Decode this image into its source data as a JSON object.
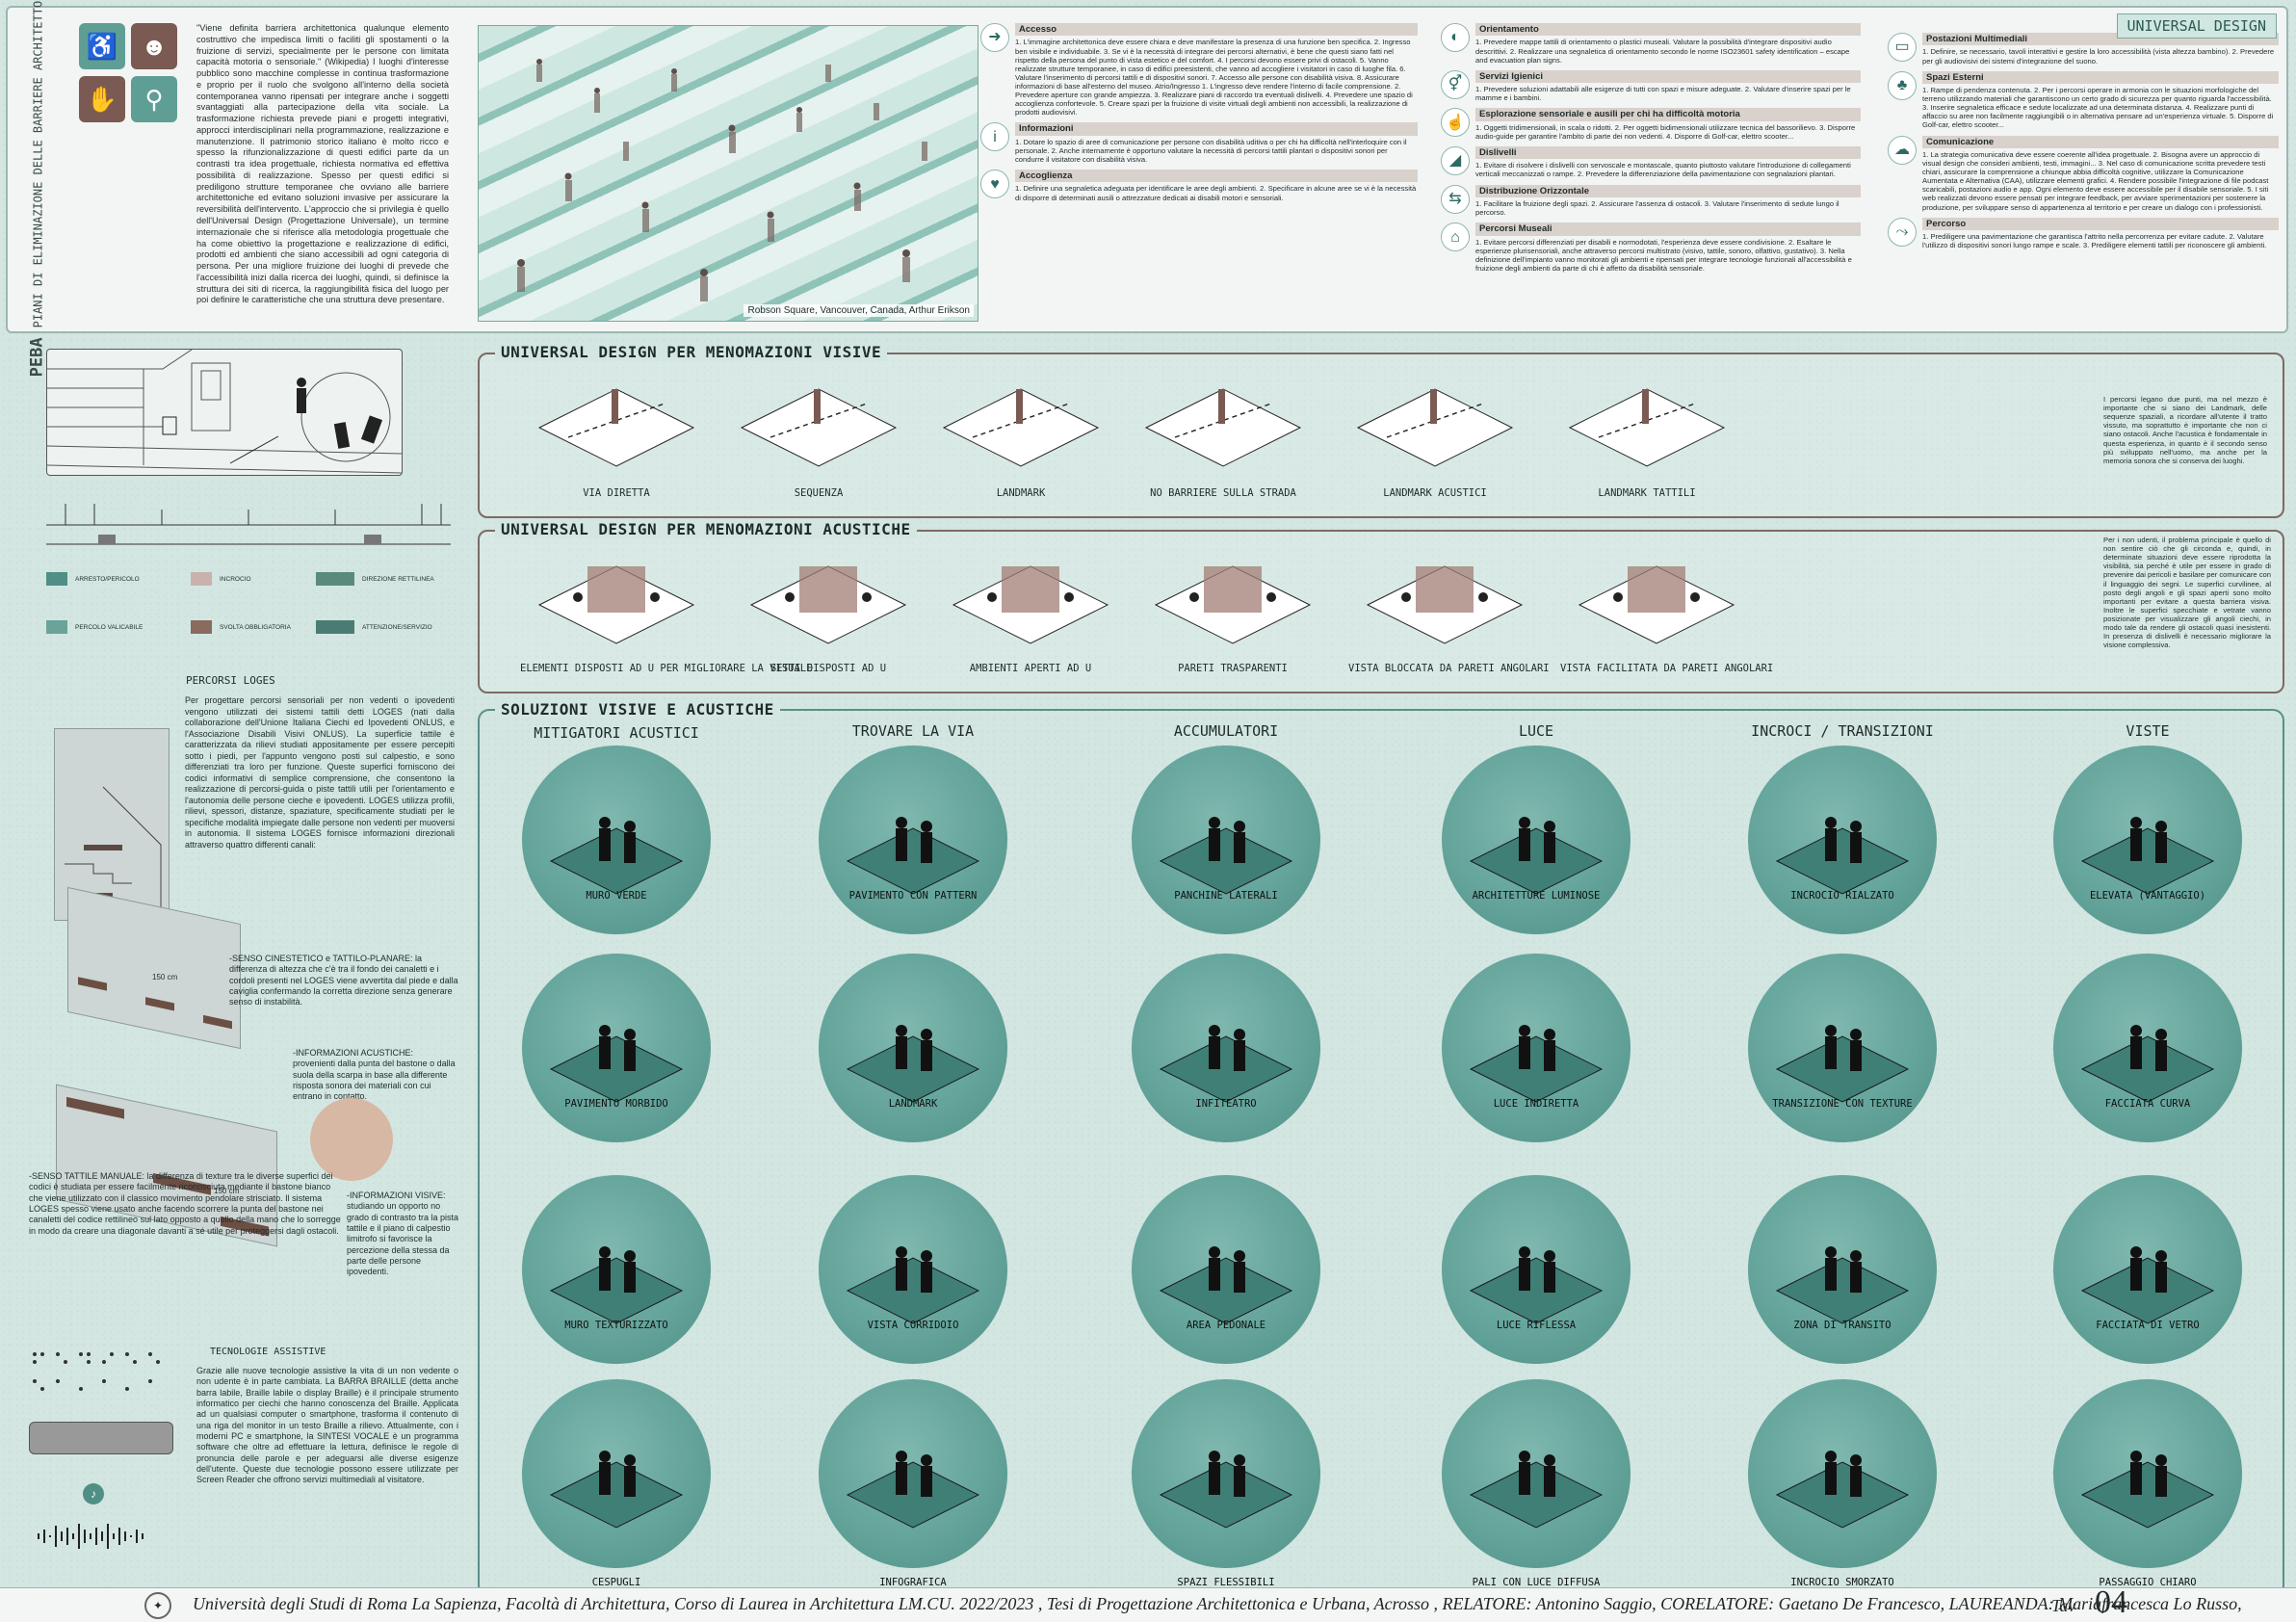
{
  "header": {
    "side_title": "PEBA",
    "side_subtitle": "PIANI DI ELIMINAZIONE DELLE BARRIERE ARCHITETTONICHE",
    "badge": "UNIVERSAL DESIGN",
    "intro": "\"Viene definita barriera architettonica qualunque elemento costruttivo che impedisca limiti o faciliti gli spostamenti o la fruizione di servizi, specialmente per le persone con limitata capacità motoria o sensoriale.\" (Wikipedia) I luoghi d'interesse pubblico sono macchine complesse in continua trasformazione e proprio per il ruolo che svolgono all'interno della società contemporanea vanno ripensati per integrare anche i soggetti svantaggiati alla partecipazione della vita sociale. La trasformazione richiesta prevede piani e progetti integrativi, approcci interdisciplinari nella programmazione, realizzazione e manutenzione. Il patrimonio storico italiano è molto ricco e spesso la rifunzionalizzazione di questi edifici parte da un contrasti tra idea progettuale, richiesta normativa ed effettiva possibilità di realizzazione. Spesso per questi edifici si prediligono strutture temporanee che ovviano alle barriere architettoniche ed evitano soluzioni invasive per assicurare la reversibilità dell'intervento. L'approccio che si privilegia è quello dell'Universal Design (Progettazione Universale), un termine internazionale che si riferisce alla metodologia progettuale che ha come obiettivo la progettazione e realizzazione di edifici, prodotti ed ambienti che siano accessibili ad ogni categoria di persona. Per una migliore fruizione dei luoghi di prevede che l'accessibilità inizi dalla ricerca dei luoghi, quindi, si definisce la struttura dei siti di ricerca, la raggiungibilità fisica del luogo per poi definire le caratteristiche che una struttura deve presentare.",
    "photo_caption": "Robson Square, Vancouver, Canada, Arthur Erikson",
    "icon_colors": [
      "#5f9e95",
      "#7a5a52",
      "#7a5a52",
      "#5f9e95"
    ],
    "icons": [
      "wheelchair-icon",
      "head-icon",
      "sign-language-icon",
      "blind-walker-icon"
    ]
  },
  "guidelines_col1": [
    {
      "icon": "arrow-enter-icon",
      "title": "Accesso",
      "text": "1. L'immagine architettonica deve essere chiara e deve manifestare la presenza di una funzione ben specifica. 2. Ingresso ben visibile e individuabile. 3. Se vi è la necessità di integrare dei percorsi alternativi, è bene che questi siano fatti nel rispetto della persona del punto di vista estetico e del comfort. 4. I percorsi devono essere privi di ostacoli. 5. Vanno realizzate strutture temporanee, in caso di edifici preesistenti, che vanno ad accogliere i visitatori in caso di luoghe fila. 6. Valutare l'inserimento di percorsi tattili e di dispositivi sonori. 7. Accesso alle persone con disabilità visiva. 8. Assicurare informazioni di base all'esterno del museo. Atrio/Ingresso 1. L'ingresso deve rendere l'interno di facile comprensione. 2. Prevedere aperture con grande ampiezza. 3. Realizzare piani di raccordo tra eventuali dislivelli. 4. Prevedere une spazio di accoglienza confortevole. 5. Creare spazi per la fruizione di visite virtuali degli ambienti non accessibili, la realizzazione di prodotti audiovisivi."
    },
    {
      "icon": "info-icon",
      "title": "Informazioni",
      "text": "1. Dotare lo spazio di aree di comunicazione per persone con disabilità uditiva o per chi ha difficoltà nell'interloquire con il personale. 2. Anche internamente è opportuno valutare la necessità di percorsi tattili plantari o dispositivi sonori per condurre il visitatore con disabilità visiva."
    },
    {
      "icon": "heart-hands-icon",
      "title": "Accoglienza",
      "text": "1. Definire una segnaletica adeguata per identificare le aree degli ambienti. 2. Specificare in alcune aree se vi è la necessità di disporre di determinati ausili o attrezzature dedicati ai disabili motori e sensoriali."
    }
  ],
  "guidelines_col2": [
    {
      "icon": "compass-icon",
      "title": "Orientamento",
      "text": "1. Prevedere mappe tattili di orientamento o plastici museali. Valutare la possibilità d'integrare dispositivi audio descrittivi. 2. Realizzare una segnaletica di orientamento secondo le norme ISO23601 safety identification – escape and evacuation plan signs."
    },
    {
      "icon": "toilet-icon",
      "title": "Servizi Igienici",
      "text": "1. Prevedere soluzioni adattabili alle esigenze di tutti con spazi e misure adeguate. 2. Valutare d'inserire spazi per le mamme e i bambini."
    },
    {
      "icon": "hand-touch-icon",
      "title": "Esplorazione sensoriale e ausili per chi ha difficoltà motoria",
      "text": "1. Oggetti tridimensionali, in scala o ridotti. 2. Per oggetti bidimensionali utilizzare tecnica del bassorilievo. 3. Disporre audio-guide per garantire l'ambito di parte dei non vedenti. 4. Disporre di Golf-car, elettro scooter..."
    },
    {
      "icon": "slope-icon",
      "title": "Dislivelli",
      "text": "1. Evitare di risolvere i dislivelli con servoscale e montascale, quanto piuttosto valutare l'introduzione di collegamenti verticali meccanizzati o rampe. 2. Prevedere la differenziazione della pavimentazione con segnalazioni plantari."
    },
    {
      "icon": "horizontal-path-icon",
      "title": "Distribuzione Orizzontale",
      "text": "1. Facilitare la fruizione degli spazi. 2. Assicurare l'assenza di ostacoli. 3. Valutare l'inserimento di sedute lungo il percorso."
    },
    {
      "icon": "museum-icon",
      "title": "Percorsi Museali",
      "text": "1. Evitare percorsi differenziati per disabili e normodotati, l'esperienza deve essere condivisione. 2. Esaltare le esperienze plurisensoriali, anche attraverso percorsi multistrato (visivo, tattile, sonoro, olfattivo, gustativo). 3. Nella definizione dell'impianto vanno monitorati gli ambienti e ripensati per integrare tecnologie funzionali all'accessibilità e fruizione degli ambienti da parte di chi è affetto da disabilità sensoriale."
    }
  ],
  "guidelines_col3": [
    {
      "icon": "tablet-icon",
      "title": "Postazioni Multimediali",
      "text": "1. Definire, se necessario, tavoli interattivi e gestire la loro accessibilità (vista altezza bambino). 2. Prevedere per gli audiovisivi dei sistemi d'integrazione del suono."
    },
    {
      "icon": "tree-icon",
      "title": "Spazi Esterni",
      "text": "1. Rampe di pendenza contenuta. 2. Per i percorsi operare in armonia con le situazioni morfologiche del terreno utilizzando materiali che garantiscono un certo grado di sicurezza per quanto riguarda l'accessibilità. 3. Inserire segnaletica efficace e sedute localizzate ad una determinata distanza. 4. Realizzare punti di affaccio su aree non facilmente raggiungibili o in alternativa pensare ad un'esperienza virtuale. 5. Disporre di Golf-car, elettro scooter..."
    },
    {
      "icon": "chat-icon",
      "title": "Comunicazione",
      "text": "1. La strategia comunicativa deve essere coerente all'idea progettuale. 2. Bisogna avere un approccio di visual design che consideri ambienti, testi, immagini... 3. Nel caso di comunicazione scritta prevedere testi chiari, assicurare la comprensione a chiunque abbia difficoltà cognitive, utilizzare la Comunicazione Aumentata e Alternativa (CAA), utilizzare elementi grafici. 4. Rendere possibile l'integrazione di file podcast scaricabili, postazioni audio e app. Ogni elemento deve essere accessibile per il disabile sensoriale. 5. I siti web realizzati devono essere pensati per integrare feedback, per avviare sperimentazioni per sostenere la produzione, per sviluppare senso di appartenenza al territorio e per creare un dialogo con i professionisti."
    },
    {
      "icon": "route-icon",
      "title": "Percorso",
      "text": "1. Prediligere una pavimentazione che garantisca l'attrito nella percorrenza per evitare cadute. 2. Valutare l'utilizzo di dispositivi sonori lungo rampe e scale. 3. Prediligere elementi tattili per riconoscere gli ambienti."
    }
  ],
  "left": {
    "legend": [
      {
        "label": "ARRESTO/PERICOLO",
        "color": "#4f8f85"
      },
      {
        "label": "INCROCIO",
        "color": "#c9b2ad"
      },
      {
        "label": "DIREZIONE RETTILINEA",
        "color": "#5a8a7e"
      },
      {
        "label": "PERCOLO VALICABILE",
        "color": "#6aa39a"
      },
      {
        "label": "SVOLTA OBBLIGATORIA",
        "color": "#8a6b60"
      },
      {
        "label": "ATTENZIONE/SERVIZIO",
        "color": "#4b7c73"
      }
    ],
    "loges_title": "PERCORSI LOGES",
    "loges_text": "Per progettare percorsi sensoriali per non vedenti o ipovedenti vengono utilizzati dei sistemi tattili detti LOGES (nati dalla collaborazione dell'Unione Italiana Ciechi ed Ipovedenti ONLUS, e l'Associazione Disabili Visivi ONLUS). La superficie tattile è caratterizzata da rilievi studiati appositamente per essere percepiti sotto i piedi, per l'appunto vengono posti sul calpestio, e sono differenziati tra loro per funzione. Queste superfici forniscono dei codici informativi di semplice comprensione, che consentono la realizzazione di percorsi-guida o piste tattili utili per l'orientamento e l'autonomia delle persone cieche e ipovedenti. LOGES utilizza profili, rilievi, spessori, distanze, spaziature, specificamente studiati per le specifiche modalità impiegate dalle persone non vedenti per muoversi in autonomia. Il sistema LOGES fornisce informazioni direzionali attraverso quattro differenti canali:",
    "senso_cinestetico": "-SENSO CINESTETICO e TATTILO-PLANARE: la differenza di altezza che c'è tra il fondo dei canaletti e i cordoli presenti nel LOGES viene avvertita dal piede e dalla caviglia confermando la corretta direzione senza generare senso di instabilità.",
    "info_acustiche": "-INFORMAZIONI ACUSTICHE: provenienti dalla punta del bastone o dalla suola della scarpa in base alla differente risposta sonora dei materiali con cui entrano in contatto.",
    "senso_tattile": "-SENSO TATTILE MANUALE: la differenza di texture tra le diverse superfici dei codici è studiata per essere facilmente riconosciuta mediante il bastone bianco che viene utilizzato con il classico movimento pendolare strisciato. Il sistema LOGES spesso viene usato anche facendo scorrere la punta del bastone nei canaletti del codice rettilineo sul lato opposto a quello della mano che lo sorregge in modo da creare una diagonale davanti a sé utile per proteggersi dagli ostacoli.",
    "info_visive": "-INFORMAZIONI VISIVE: studiando un opporto no grado di contrasto tra la pista tattile e il piano di calpestio limitrofo si favorisce la percezione della stessa da parte delle persone ipovedenti.",
    "dim1": "150 cm",
    "dim2": "150 cm",
    "tech_title": "TECNOLOGIE ASSISTIVE",
    "tech_text": "Grazie alle nuove tecnologie assistive la vita di un non vedente o non udente è in parte cambiata. La BARRA BRAILLE (detta anche barra labile, Braille labile o display Braille) è il principale strumento informatico per ciechi che hanno conoscenza del Braille. Applicata ad un qualsiasi computer o smartphone, trasforma il contenuto di una riga del monitor in un testo Braille a rilievo. Attualmente, con i moderni PC e smartphone, la SINTESI VOCALE è un programma software che oltre ad effettuare la lettura, definisce le regole di pronuncia delle parole e per adeguarsi alle diverse esigenze dell'utente. Queste due tecnologie possono essere utilizzate per Screen Reader che offrono servizi multimediali al visitatore."
  },
  "visual": {
    "title": "UNIVERSAL DESIGN PER MENOMAZIONI VISIVE",
    "items": [
      "VIA DIRETTA",
      "SEQUENZA",
      "LANDMARK",
      "NO BARRIERE SULLA STRADA",
      "LANDMARK ACUSTICI",
      "LANDMARK TATTILI"
    ],
    "note": "I percorsi legano due punti, ma nel mezzo è importante che si siano dei Landmark, delle sequenze spaziali, a ricordare all'utente il tratto vissuto, ma soprattutto è importante che non ci siano ostacoli. Anche l'acustica è fondamentale in questa esperienza, in quanto è il secondo senso più sviluppato nell'uomo, ma anche per la memoria sonora che si conserva dei luoghi."
  },
  "acoustic": {
    "title": "UNIVERSAL DESIGN PER MENOMAZIONI ACUSTICHE",
    "items": [
      "ELEMENTI DISPOSTI AD U PER MIGLIORARE LA VISUALE",
      "SETTI DISPOSTI AD U",
      "AMBIENTI APERTI AD U",
      "PARETI TRASPARENTI",
      "VISTA BLOCCATA DA PARETI ANGOLARI",
      "VISTA FACILITATA DA PARETI ANGOLARI"
    ],
    "note": "Per i non udenti, il problema principale è quello di non sentire ciò che gli circonda e, quindi, in determinate situazioni deve essere riprodotta la visibilità, sia perché è utile per essere in grado di prevenire dai pericoli e basilare per comunicare con il linguaggio dei segni. Le superfici curvilinee, al posto degli angoli e gli spazi aperti sono molto importanti per evitare a questa barriera visiva. Inoltre le superfici specchiate e vetrate vanno posizionate per visualizzare gli angoli ciechi, in modo tale da rendere gli ostacoli quasi inesistenti. In presenza di dislivelli è necessario migliorare la visione complessiva."
  },
  "solutions": {
    "title": "SOLUZIONI VISIVE E ACUSTICHE",
    "categories": [
      "MITIGATORI ACUSTICI",
      "TROVARE LA VIA",
      "ACCUMULATORI",
      "LUCE",
      "INCROCI / TRANSIZIONI",
      "VISTE"
    ],
    "rows": [
      [
        "MURO VERDE",
        "PAVIMENTO CON PATTERN",
        "PANCHINE LATERALI",
        "ARCHITETTURE LUMINOSE",
        "INCROCIO RIALZATO",
        "ELEVATA (VANTAGGIO)"
      ],
      [
        "PAVIMENTO MORBIDO",
        "LANDMARK",
        "INFITEATRO",
        "LUCE INDIRETTA",
        "TRANSIZIONE CON TEXTURE",
        "FACCIATA CURVA"
      ],
      [
        "MURO TEXTURIZZATO",
        "VISTA CORRIDOIO",
        "AREA PEDONALE",
        "LUCE RIFLESSA",
        "ZONA DI TRANSITO",
        "FACCIATA DI VETRO"
      ],
      [
        "CESPUGLI",
        "INFOGRAFICA",
        "SPAZI FLESSIBILI",
        "PALI CON LUCE DIFFUSA",
        "INCROCIO SMORZATO",
        "PASSAGGIO CHIARO"
      ]
    ],
    "circle_color": "#64a49a"
  },
  "footer": {
    "text": "Università degli Studi di Roma La Sapienza, Facoltà di Architettura, Corso di Laurea in Architettura LM.CU. 2022/2023 , Tesi di Progettazione Architettonica e Urbana, Acrosso , RELATORE: Antonino Saggio, CORELATORE: Gaetano De Francesco, LAUREANDA: Mariafrancesca Lo Russo,",
    "tav_label": "Tav",
    "tav_number": "04"
  }
}
